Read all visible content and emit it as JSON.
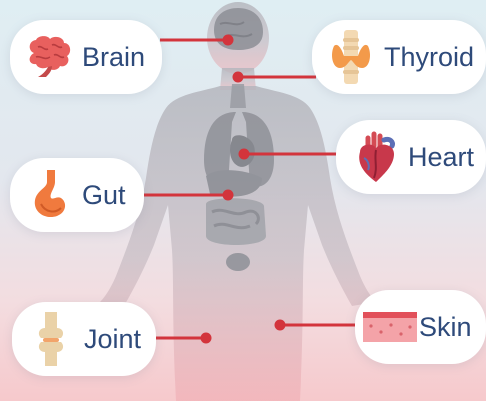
{
  "labels": {
    "brain": "Brain",
    "thyroid": "Thyroid",
    "heart": "Heart",
    "gut": "Gut",
    "joint": "Joint",
    "skin": "Skin"
  },
  "icons": {
    "brain": "brain-icon",
    "thyroid": "thyroid-icon",
    "heart": "heart-icon",
    "gut": "stomach-icon",
    "joint": "knee-joint-icon",
    "skin": "skin-layers-icon"
  },
  "colors": {
    "label_text": "#2e4a7a",
    "connector": "#d3343c",
    "silhouette": "#b9b9c0"
  }
}
